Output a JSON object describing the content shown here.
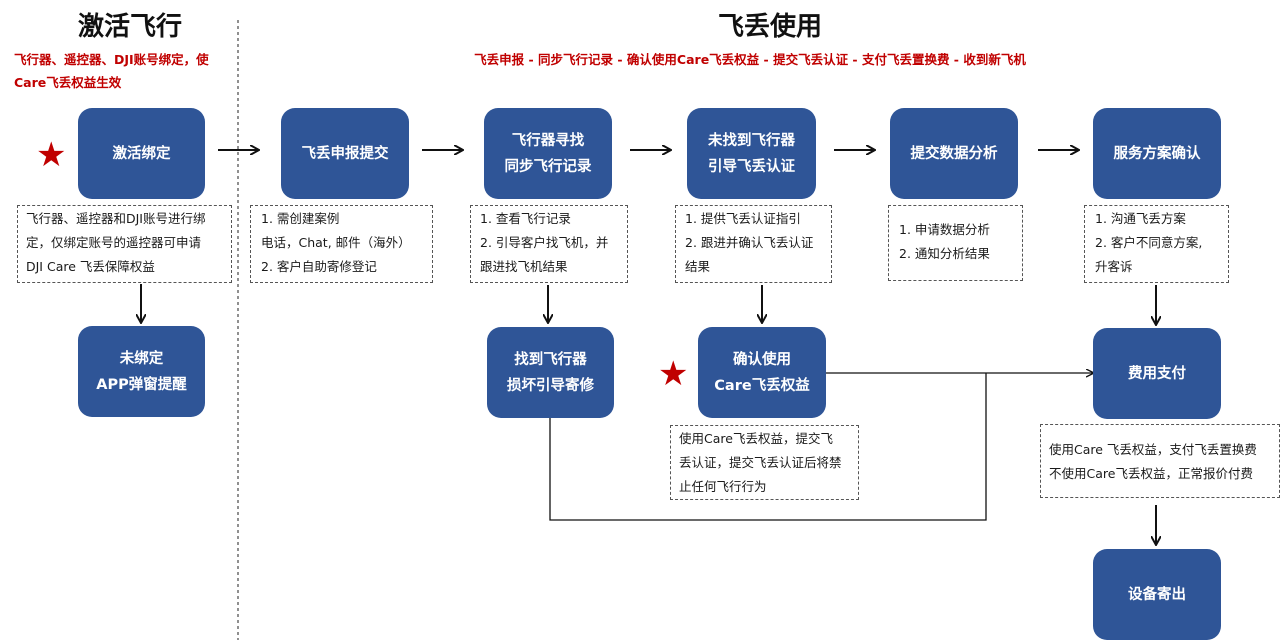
{
  "sections": {
    "activate": {
      "title": "激活飞行",
      "subtitle": [
        "飞行器、遥控器、DJI账号绑定，使",
        "Care飞丢权益生效"
      ]
    },
    "lost": {
      "title": "飞丢使用",
      "subtitle": "飞丢申报 - 同步飞行记录 - 确认使用Care飞丢权益 - 提交飞丢认证 - 支付飞丢置换费 - 收到新飞机"
    }
  },
  "boxes": {
    "activate_bind": [
      "激活绑定"
    ],
    "report_submit": [
      "飞丢申报提交"
    ],
    "find_aircraft": [
      "飞行器寻找",
      "同步飞行记录"
    ],
    "not_found": [
      "未找到飞行器",
      "引导飞丢认证"
    ],
    "data_analysis": [
      "提交数据分析"
    ],
    "service_confirm": [
      "服务方案确认"
    ],
    "unbound": [
      "未绑定",
      "APP弹窗提醒"
    ],
    "found_damaged": [
      "找到飞行器",
      "损坏引导寄修"
    ],
    "confirm_care": [
      "确认使用",
      "Care飞丢权益"
    ],
    "fee_payment": [
      "费用支付"
    ],
    "ship_device": [
      "设备寄出"
    ]
  },
  "notes": {
    "activate_note": [
      "飞行器、遥控器和DJI账号进行绑",
      "定，仅绑定账号的遥控器可申请",
      "DJI Care 飞丢保障权益"
    ],
    "report_note": [
      "1. 需创建案例",
      "电话，Chat, 邮件（海外）",
      "2. 客户自助寄修登记"
    ],
    "find_note": [
      "1. 查看飞行记录",
      "2. 引导客户找飞机，并",
      "跟进找飞机结果"
    ],
    "notfound_note": [
      "1. 提供飞丢认证指引",
      "2. 跟进并确认飞丢认证",
      "结果"
    ],
    "analysis_note": [
      "1. 申请数据分析",
      "2. 通知分析结果"
    ],
    "service_note": [
      "1. 沟通飞丢方案",
      "2. 客户不同意方案,",
      "升客诉"
    ],
    "care_note": [
      "使用Care飞丢权益，提交飞",
      "丢认证，提交飞丢认证后将禁",
      "止任何飞行行为"
    ],
    "payment_note": [
      "使用Care 飞丢权益，支付飞丢置换费",
      "不使用Care飞丢权益，正常报价付费"
    ]
  },
  "icons": {
    "star_color": "#c00000",
    "box_color": "#2f5597"
  }
}
